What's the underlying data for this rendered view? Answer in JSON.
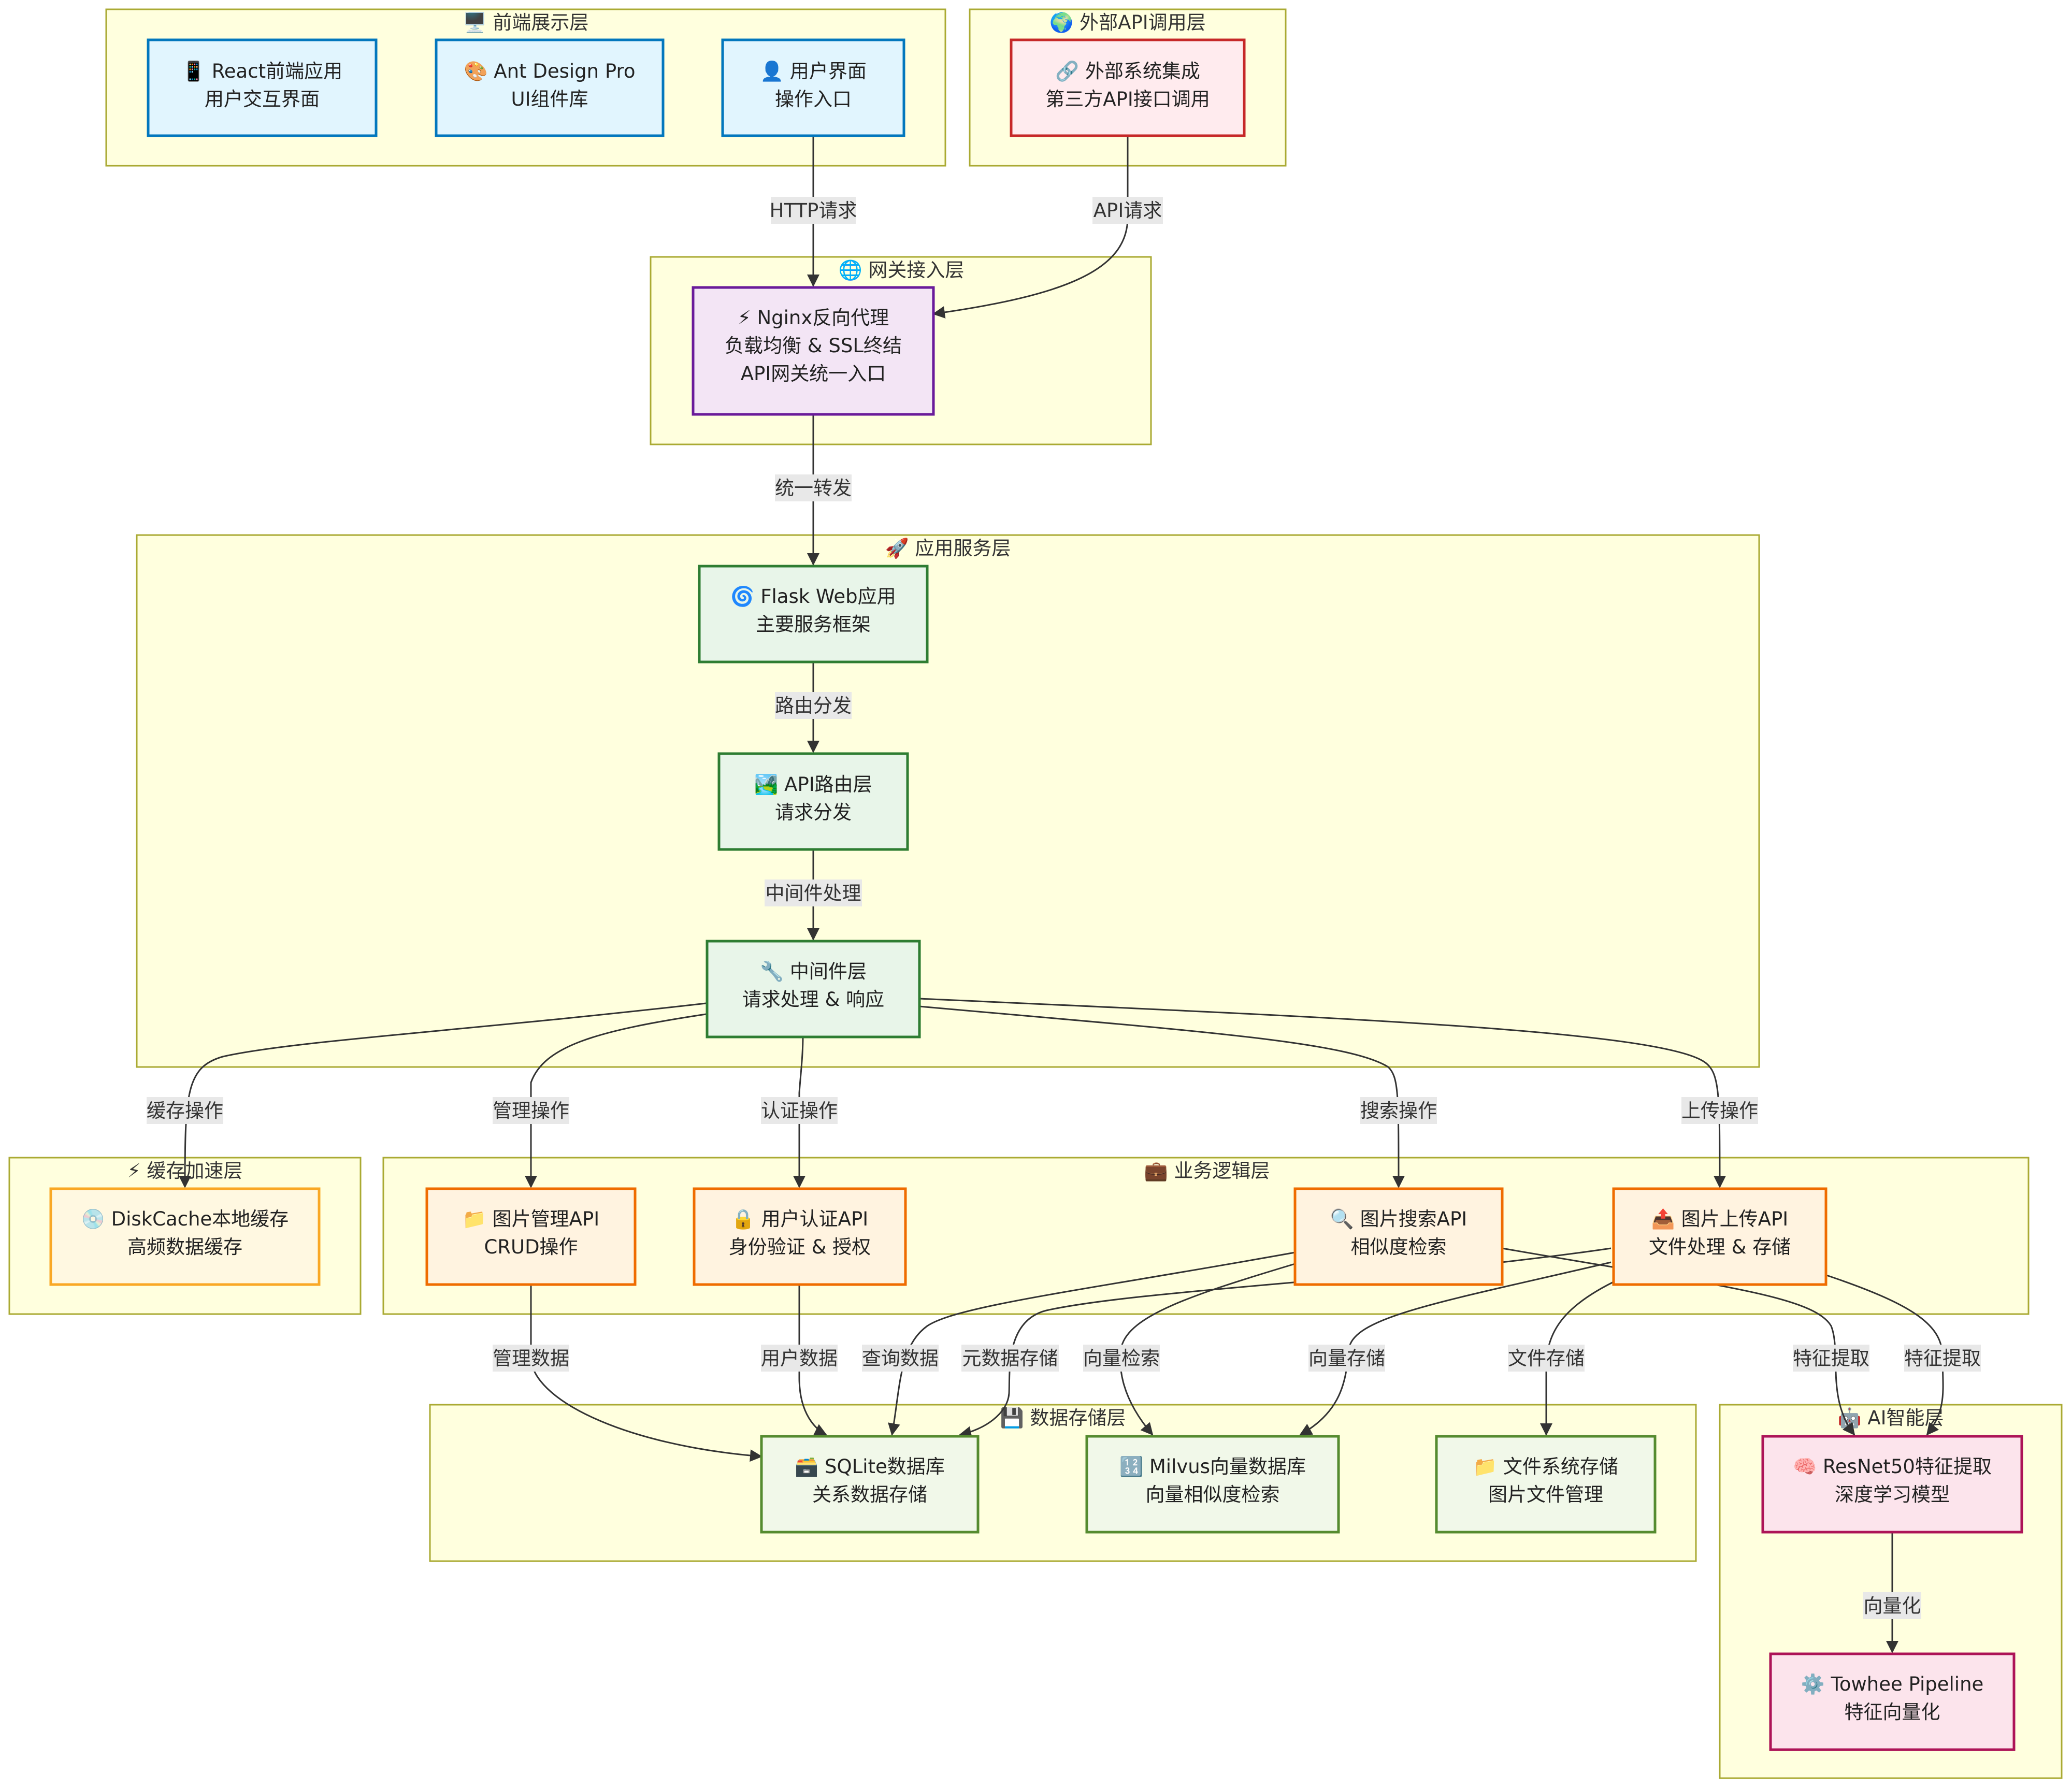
{
  "groups": {
    "frontend": {
      "title": "前端展示层",
      "icon": "🖥️"
    },
    "external": {
      "title": "外部API调用层",
      "icon": "🌍"
    },
    "gateway": {
      "title": "网关接入层",
      "icon": "🌐"
    },
    "app": {
      "title": "应用服务层",
      "icon": "🚀"
    },
    "cache": {
      "title": "缓存加速层",
      "icon": "⚡"
    },
    "business": {
      "title": "业务逻辑层",
      "icon": "💼"
    },
    "storage": {
      "title": "数据存储层",
      "icon": "💾"
    },
    "ai": {
      "title": "AI智能层",
      "icon": "🤖"
    }
  },
  "nodes": {
    "react": {
      "icon": "📱",
      "line1": "React前端应用",
      "line2": "用户交互界面"
    },
    "antd": {
      "icon": "🎨",
      "line1": "Ant Design Pro",
      "line2": "UI组件库"
    },
    "ui": {
      "icon": "👤",
      "line1": "用户界面",
      "line2": "操作入口"
    },
    "ext": {
      "icon": "🔗",
      "line1": "外部系统集成",
      "line2": "第三方API接口调用"
    },
    "nginx": {
      "icon": "⚡",
      "line1": "Nginx反向代理",
      "line2": "负载均衡 & SSL终结",
      "line3": "API网关统一入口"
    },
    "flask": {
      "icon": "🌀",
      "line1": "Flask Web应用",
      "line2": "主要服务框架"
    },
    "router": {
      "icon": "🏞️",
      "line1": "API路由层",
      "line2": "请求分发"
    },
    "middleware": {
      "icon": "🔧",
      "line1": "中间件层",
      "line2": "请求处理 & 响应"
    },
    "diskcache": {
      "icon": "💿",
      "line1": "DiskCache本地缓存",
      "line2": "高频数据缓存"
    },
    "imgmgr": {
      "icon": "📁",
      "line1": "图片管理API",
      "line2": "CRUD操作"
    },
    "auth": {
      "icon": "🔒",
      "line1": "用户认证API",
      "line2": "身份验证 & 授权"
    },
    "search": {
      "icon": "🔍",
      "line1": "图片搜索API",
      "line2": "相似度检索"
    },
    "upload": {
      "icon": "📤",
      "line1": "图片上传API",
      "line2": "文件处理 & 存储"
    },
    "sqlite": {
      "icon": "🗃️",
      "line1": "SQLite数据库",
      "line2": "关系数据存储"
    },
    "milvus": {
      "icon": "🔢",
      "line1": "Milvus向量数据库",
      "line2": "向量相似度检索"
    },
    "fs": {
      "icon": "📁",
      "line1": "文件系统存储",
      "line2": "图片文件管理"
    },
    "resnet": {
      "icon": "🧠",
      "line1": "ResNet50特征提取",
      "line2": "深度学习模型"
    },
    "towhee": {
      "icon": "⚙️",
      "line1": "Towhee Pipeline",
      "line2": "特征向量化"
    }
  },
  "edges": {
    "http": "HTTP请求",
    "api": "API请求",
    "forward": "统一转发",
    "route": "路由分发",
    "mw": "中间件处理",
    "cache": "缓存操作",
    "manage": "管理操作",
    "authop": "认证操作",
    "searchop": "搜索操作",
    "uploadop": "上传操作",
    "managedata": "管理数据",
    "userdata": "用户数据",
    "querydata": "查询数据",
    "metastore": "元数据存储",
    "vecsearch": "向量检索",
    "vecstore": "向量存储",
    "filestore": "文件存储",
    "feat1": "特征提取",
    "feat2": "特征提取",
    "vectorize": "向量化"
  },
  "colors": {
    "frontend_fill": "#e1f5fe",
    "frontend_stroke": "#0277bd",
    "external_fill": "#ffebee",
    "external_stroke": "#c62828",
    "gateway_fill": "#f3e5f5",
    "gateway_stroke": "#6a1b9a",
    "app_fill": "#e8f5e9",
    "app_stroke": "#2e7d32",
    "cache_fill": "#fff8e1",
    "cache_stroke": "#f9a825",
    "business_fill": "#fff3e0",
    "business_stroke": "#ef6c00",
    "storage_fill": "#f1f8e9",
    "storage_stroke": "#558b2f",
    "ai_fill": "#fce4ec",
    "ai_stroke": "#ad1457"
  }
}
